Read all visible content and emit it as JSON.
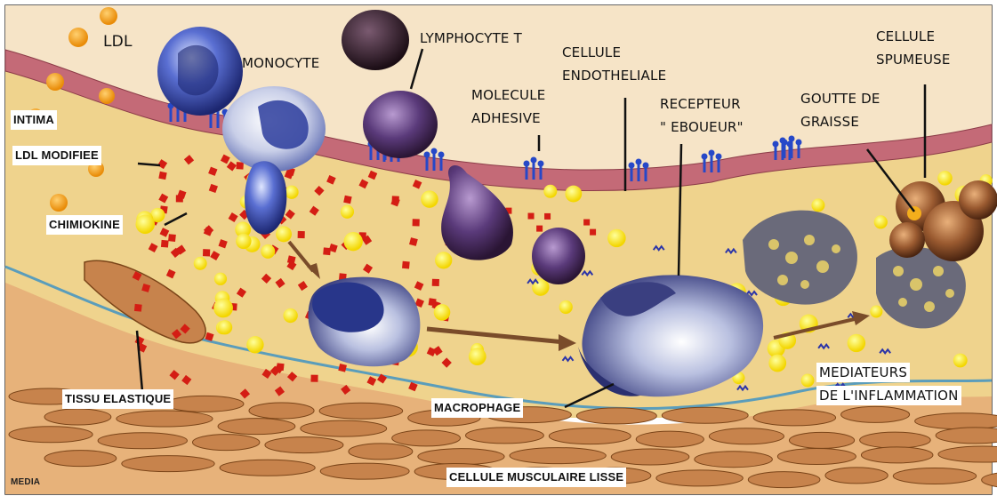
{
  "labels": {
    "ldl": "LDL",
    "monocyte": "MONOCYTE",
    "lymphocyte_t": "LYMPHOCYTE T",
    "cellule_endotheliale": [
      "CELLULE",
      "ENDOTHELIALE"
    ],
    "cellule_spumeuse": [
      "CELLULE",
      "SPUMEUSE"
    ],
    "molecule_adhesive": [
      "MOLECULE",
      "ADHESIVE"
    ],
    "recepteur_eboueur": [
      "RECEPTEUR",
      "\" EBOUEUR\""
    ],
    "goutte_de_graisse": [
      "GOUTTE DE",
      "GRAISSE"
    ],
    "intima": "INTIMA",
    "ldl_modifiee": "LDL MODIFIEE",
    "chimiokine": "CHIMIOKINE",
    "tissu_elastique": "TISSU ELASTIQUE",
    "macrophage": "MACROPHAGE",
    "mediateurs": [
      "MEDIATEURS",
      "DE L'INFLAMMATION"
    ],
    "cellule_musculaire_lisse": "CELLULE MUSCULAIRE LISSE",
    "media": "MEDIA"
  },
  "colors": {
    "intima": "#efd38d",
    "endothelium": "#c46a77",
    "muscle": "#c7834c",
    "lumen_wall": "#d9a977",
    "ldl": "#f4ae1c",
    "ldl_modified": "#fbe60f",
    "chemokine": "#d41d14",
    "monocyte": "#2b3c9c",
    "receptor": "#2648c8",
    "foam_cell": "#7c4a2a",
    "elastic": "#5a9dbb"
  }
}
